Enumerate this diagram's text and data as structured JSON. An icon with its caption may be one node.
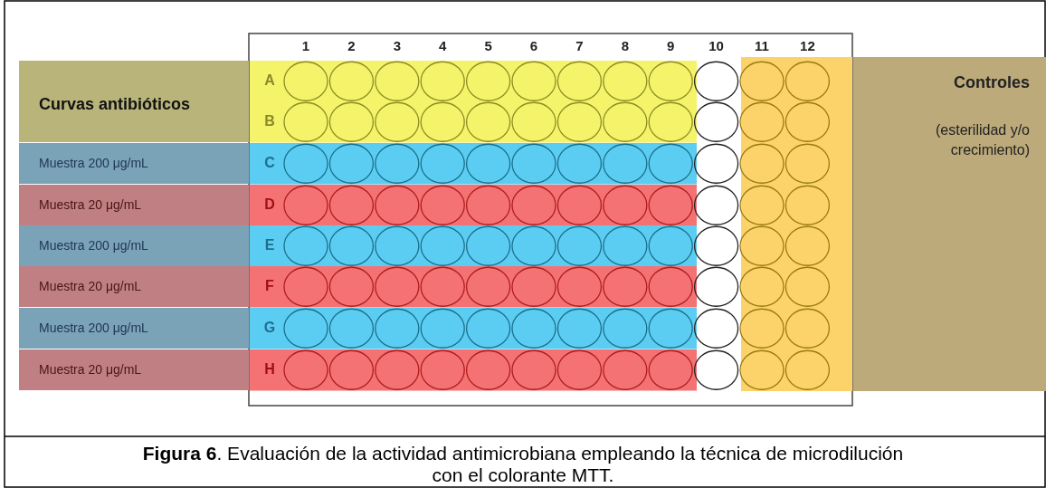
{
  "diagram": {
    "caption": "**Figura 6**. Evaluación de la actividad antimicrobiana empleando la técnica de microdilución con el colorante MTT.",
    "nodes": [
      {
        "text": [
          "Curvas antibióticos"
        ]
      },
      {
        "text": [
          "Muestra 200 μg/mL"
        ]
      },
      {
        "text": [
          "Muestra 20 μg/mL"
        ]
      },
      {
        "text": [
          "Muestra 200 μg/mL"
        ]
      },
      {
        "text": [
          "Muestra 20 μg/mL"
        ]
      },
      {
        "text": [
          "Muestra 200 μg/mL"
        ]
      },
      {
        "text": [
          "Muestra 20 μg/mL"
        ]
      },
      {
        "text": [
          "Controles",
          "(esterilidad y/o crecimiento)"
        ]
      }
    ],
    "labels": [
      "1",
      "2",
      "3",
      "4",
      "5",
      "6",
      "7",
      "8",
      "9",
      "10",
      "11",
      "12",
      "A",
      "B",
      "C",
      "D",
      "E",
      "F",
      "G",
      "H"
    ]
  }
}
